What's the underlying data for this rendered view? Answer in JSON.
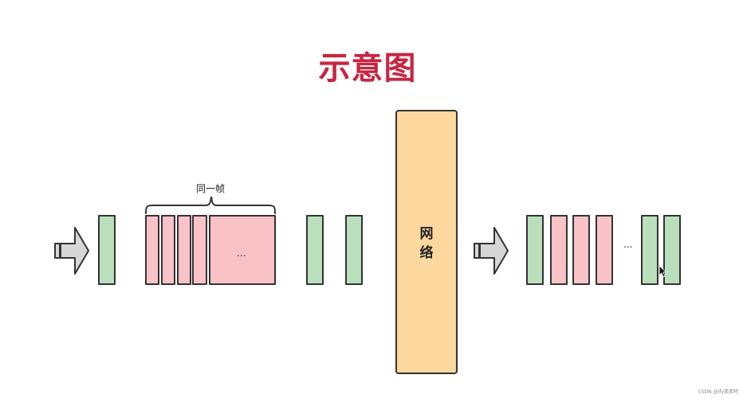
{
  "title": "示意图",
  "frame_group_label": "同一帧",
  "network_label": [
    "网",
    "络"
  ],
  "ellipsis_left": "...",
  "ellipsis_right": "...",
  "watermark": "CSDN @Ify笑笑呵",
  "colors": {
    "title": "#c8243f",
    "green_frame": "#b9dfbc",
    "pink_frame": "#f8c2c7",
    "network": "#fdd89e",
    "outline": "#333333",
    "arrow_fill": "#d6d6d6"
  },
  "icons": [
    "input-arrow-icon",
    "output-arrow-icon",
    "cursor-icon"
  ]
}
